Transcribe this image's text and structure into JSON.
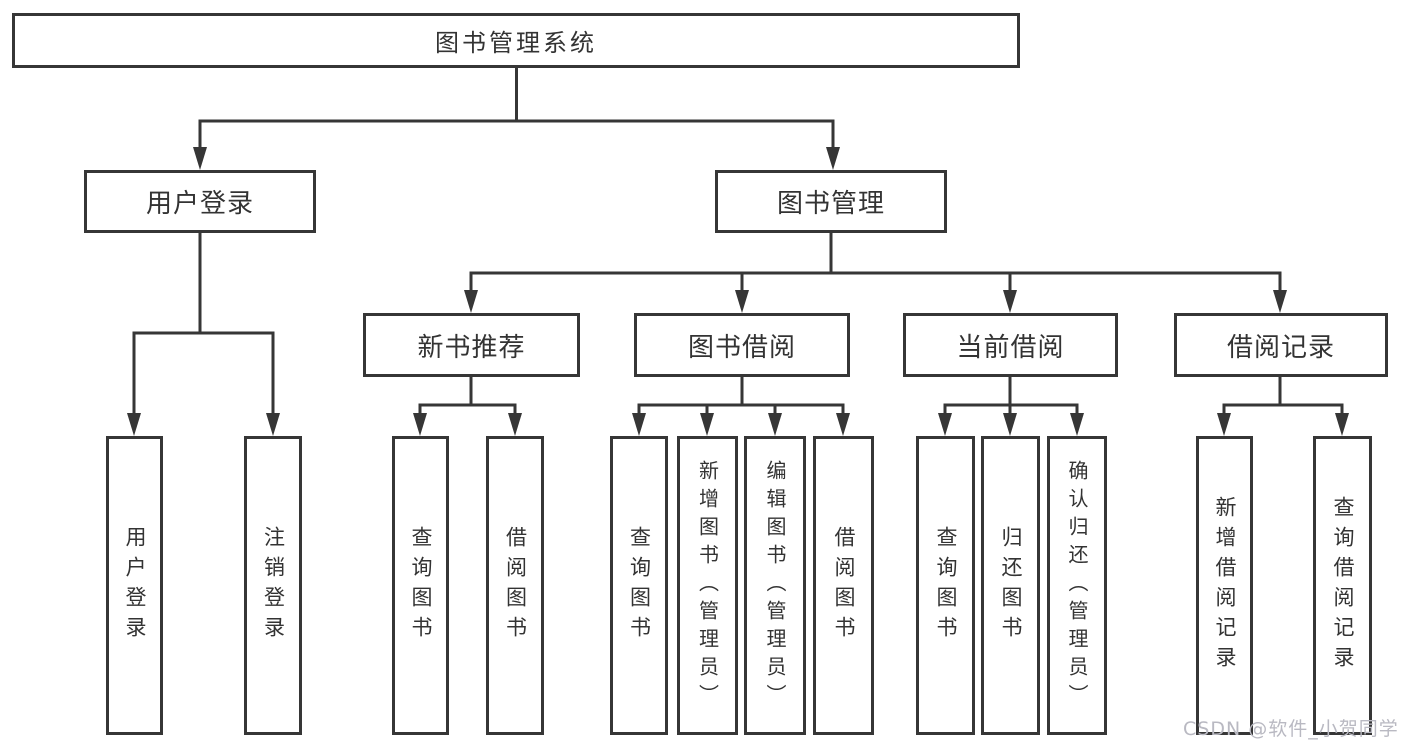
{
  "tree": {
    "root": {
      "label": "图书管理系统"
    },
    "branches": [
      {
        "label": "用户登录",
        "children": [
          {
            "label": "用户登录"
          },
          {
            "label": "注销登录"
          }
        ]
      },
      {
        "label": "图书管理",
        "children": [
          {
            "label": "新书推荐",
            "children": [
              {
                "label": "查询图书"
              },
              {
                "label": "借阅图书"
              }
            ]
          },
          {
            "label": "图书借阅",
            "children": [
              {
                "label": "查询图书"
              },
              {
                "label": "新增图书（管理员）"
              },
              {
                "label": "编辑图书（管理员）"
              },
              {
                "label": "借阅图书"
              }
            ]
          },
          {
            "label": "当前借阅",
            "children": [
              {
                "label": "查询图书"
              },
              {
                "label": "归还图书"
              },
              {
                "label": "确认归还（管理员）"
              }
            ]
          },
          {
            "label": "借阅记录",
            "children": [
              {
                "label": "新增借阅记录"
              },
              {
                "label": "查询借阅记录"
              }
            ]
          }
        ]
      }
    ]
  },
  "watermark": {
    "text": "CSDN @软件_小贺同学"
  },
  "colors": {
    "line": "#363636",
    "text": "#333333",
    "box_background": "#ffffff",
    "page_background": "#ffffff",
    "watermark": "#b9b9c2"
  }
}
